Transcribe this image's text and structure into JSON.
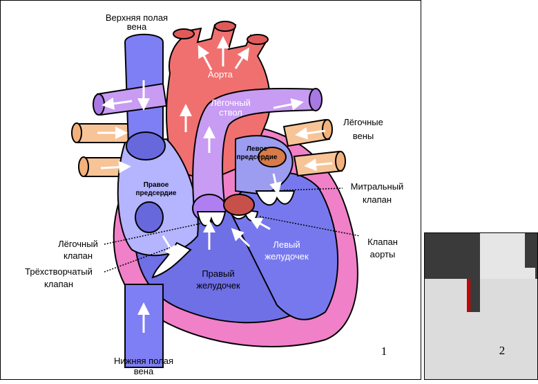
{
  "labels": {
    "svc_1": "Верхняя полая",
    "svc_2": "вена",
    "aorta": "Аорта",
    "pulm_trunk_1": "Лёгочный",
    "pulm_trunk_2": "ствол",
    "pulm_veins_1": "Лёгочные",
    "pulm_veins_2": "вены",
    "left_atrium_1": "Левое",
    "left_atrium_2": "предсердие",
    "right_atrium_1": "Правое",
    "right_atrium_2": "предсердие",
    "mitral_1": "Митральный",
    "mitral_2": "клапан",
    "pulm_valve_1": "Лёгочный",
    "pulm_valve_2": "клапан",
    "tricuspid_1": "Трёхстворчатый",
    "tricuspid_2": "клапан",
    "left_ventricle_1": "Левый",
    "left_ventricle_2": "желудочек",
    "aortic_valve_1": "Клапан",
    "aortic_valve_2": "аорты",
    "right_ventricle_1": "Правый",
    "right_ventricle_2": "желудочек",
    "ivc_1": "Нижняя полая",
    "ivc_2": "вена"
  },
  "panel_numbers": {
    "panel1": "1",
    "panel2": "2"
  },
  "colors": {
    "vena_blue": "#7e7ef5",
    "atrium_light_blue": "#b4b4ff",
    "ventricle_blue": "#6f6fe6",
    "aorta_red": "#f07070",
    "pulm_purple": "#c79cf2",
    "pulm_vein_orange": "#f7c497",
    "heart_wall_pink": "#f080c8",
    "valve_white": "#ffffff",
    "panel2_marker_red": "#cc0000"
  }
}
